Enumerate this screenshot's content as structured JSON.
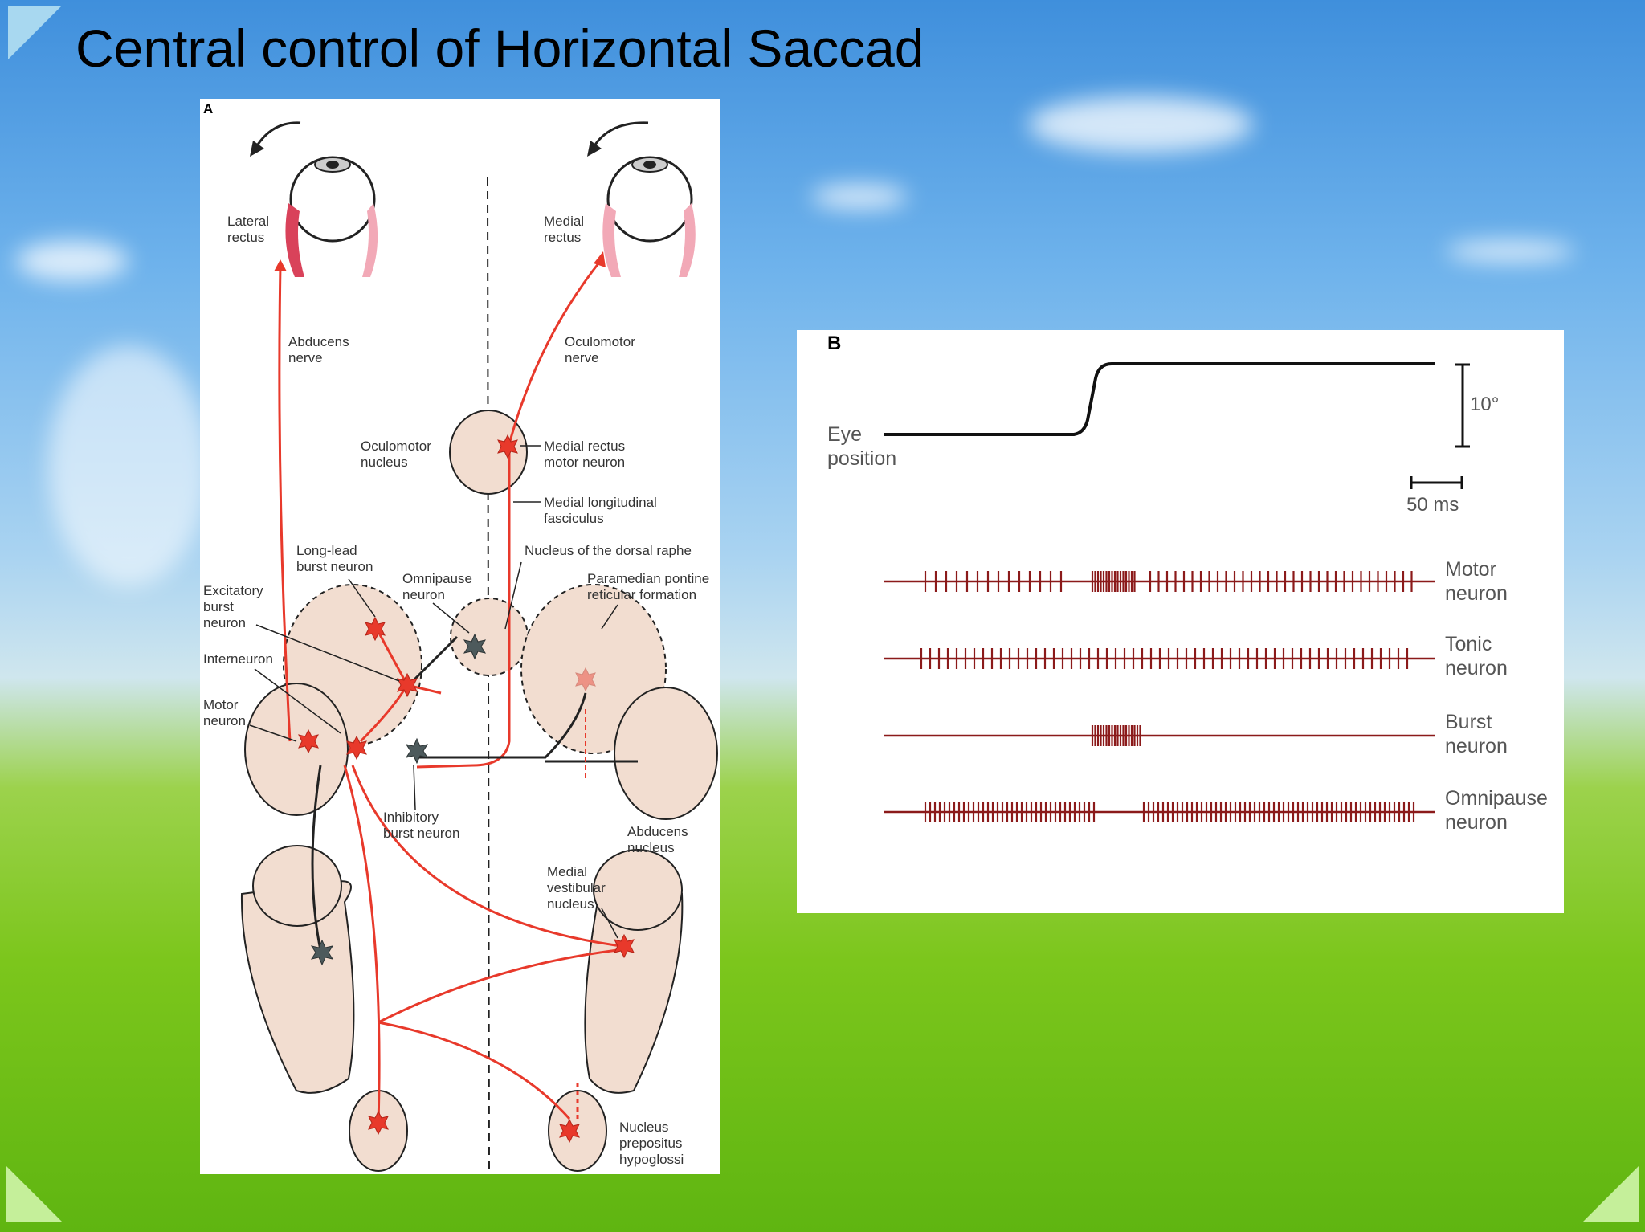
{
  "slide": {
    "title": "Central control of Horizontal Saccad"
  },
  "panel_a": {
    "letter": "A",
    "labels": {
      "lateral_rectus": [
        "Lateral",
        "rectus"
      ],
      "medial_rectus": [
        "Medial",
        "rectus"
      ],
      "abducens_nerve": [
        "Abducens",
        "nerve"
      ],
      "oculomotor_nerve": [
        "Oculomotor",
        "nerve"
      ],
      "oculomotor_nucleus": [
        "Oculomotor",
        "nucleus"
      ],
      "medial_rectus_motor_neuron": [
        "Medial rectus",
        "motor neuron"
      ],
      "mlf": [
        "Medial longitudinal",
        "fasciculus"
      ],
      "long_lead": [
        "Long-lead",
        "burst neuron"
      ],
      "dorsal_raphe": "Nucleus of the dorsal raphe",
      "omnipause": [
        "Omnipause",
        "neuron"
      ],
      "pprf": [
        "Paramedian pontine",
        "reticular formation"
      ],
      "excitatory": [
        "Excitatory",
        "burst",
        "neuron"
      ],
      "interneuron": "Interneuron",
      "motor_neuron": [
        "Motor",
        "neuron"
      ],
      "inhibitory": [
        "Inhibitory",
        "burst neuron"
      ],
      "abducens_nucleus": [
        "Abducens",
        "nucleus"
      ],
      "mvn": [
        "Medial",
        "vestibular",
        "nucleus"
      ],
      "nph": [
        "Nucleus",
        "prepositus",
        "hypoglossi"
      ]
    }
  },
  "panel_b": {
    "letter": "B",
    "eye_position": [
      "Eye",
      "position"
    ],
    "scale_deg": "10°",
    "scale_time": "50 ms",
    "traces": [
      {
        "key": "motor",
        "label": [
          "Motor",
          "neuron"
        ]
      },
      {
        "key": "tonic",
        "label": [
          "Tonic",
          "neuron"
        ]
      },
      {
        "key": "burst",
        "label": [
          "Burst",
          "neuron"
        ]
      },
      {
        "key": "omnipause",
        "label": [
          "Omnipause",
          "neuron"
        ]
      }
    ]
  },
  "colors": {
    "red": "#e8392b",
    "dark_red": "#8b1a1a",
    "tissue": "#f2ddd0",
    "dark_neuron": "#4d5a5c"
  }
}
